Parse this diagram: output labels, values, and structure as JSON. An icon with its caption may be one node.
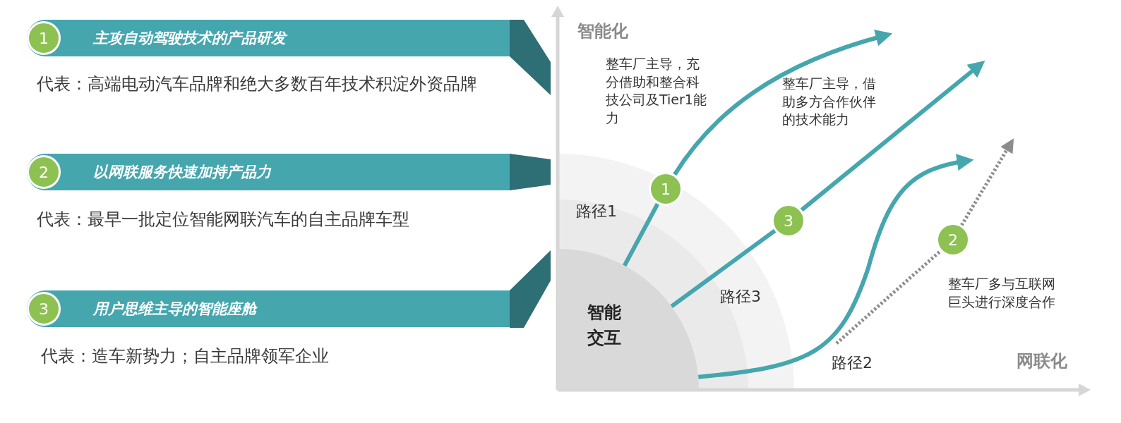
{
  "diagram": {
    "nodes": [
      {
        "text": [
          "主攻自动驾驶技术的产品研发"
        ],
        "beside": [
          "代表：高端电动汽车品牌和绝大多数百年技术积淀外资品牌"
        ]
      },
      {
        "text": [
          "1"
        ],
        "in": 0
      },
      {
        "text": [
          "以网联服务快速加持产品力"
        ],
        "beside": [
          "代表：最早一批定位智能网联汽车的自主品牌车型"
        ]
      },
      {
        "text": [
          "2"
        ],
        "in": 2
      },
      {
        "text": [
          "用户思维主导的智能座舱"
        ],
        "beside": [
          "代表：造车新势力；自主品牌领军企业"
        ]
      },
      {
        "text": [
          "3"
        ],
        "in": 4
      },
      {
        "text": [
          "智能交互"
        ]
      },
      {
        "text": [
          "1"
        ]
      },
      {
        "text": [
          "3"
        ]
      },
      {
        "text": [
          "2"
        ]
      }
    ],
    "edges": [
      {
        "from": 6,
        "to": 7,
        "arrow": "none"
      },
      {
        "from": 7,
        "to": null,
        "arrow": "to"
      },
      {
        "from": 6,
        "to": 8,
        "arrow": "none"
      },
      {
        "from": 8,
        "to": null,
        "arrow": "to"
      },
      {
        "from": 6,
        "to": null,
        "arrow": "to"
      },
      {
        "from": null,
        "to": 9,
        "arrow": "none",
        "style": "dashed",
        "color": "#8c8c8c"
      },
      {
        "from": 9,
        "to": null,
        "arrow": "to",
        "style": "dashed",
        "color": "#8c8c8c"
      }
    ],
    "labels": [
      "智能化",
      "整车厂主导，充分借助和整合科技公司及Tier1能力",
      "整车厂主导，借助多方合作伙伴的技术能力",
      "路径1",
      "路径3",
      "整车厂多与互联网巨头进行深度合作",
      "路径2",
      "网联化"
    ]
  }
}
